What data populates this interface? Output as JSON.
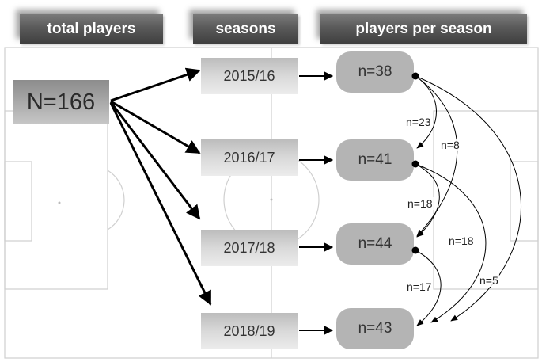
{
  "headers": {
    "total": "total players",
    "seasons": "seasons",
    "per_season": "players per season"
  },
  "total": {
    "label": "N=166"
  },
  "seasons": [
    {
      "label": "2015/16",
      "count": "n=38"
    },
    {
      "label": "2016/17",
      "count": "n=41"
    },
    {
      "label": "2017/18",
      "count": "n=44"
    },
    {
      "label": "2018/19",
      "count": "n=43"
    }
  ],
  "flows": [
    {
      "from": "2015/16",
      "to": "2016/17",
      "label": "n=23"
    },
    {
      "from": "2015/16",
      "to": "2017/18",
      "label": "n=8"
    },
    {
      "from": "2015/16",
      "to": "2018/19",
      "label": "n=5"
    },
    {
      "from": "2016/17",
      "to": "2017/18",
      "label": "n=18"
    },
    {
      "from": "2016/17",
      "to": "2018/19",
      "label": "n=18"
    },
    {
      "from": "2017/18",
      "to": "2018/19",
      "label": "n=17"
    }
  ],
  "colors": {
    "header_bg": "#5a5a5a",
    "pill_bg": "#b4b4b4",
    "season_bg": "#d9d9d9",
    "total_bg": "#a9a9a9",
    "field_lines": "#cccccc"
  }
}
